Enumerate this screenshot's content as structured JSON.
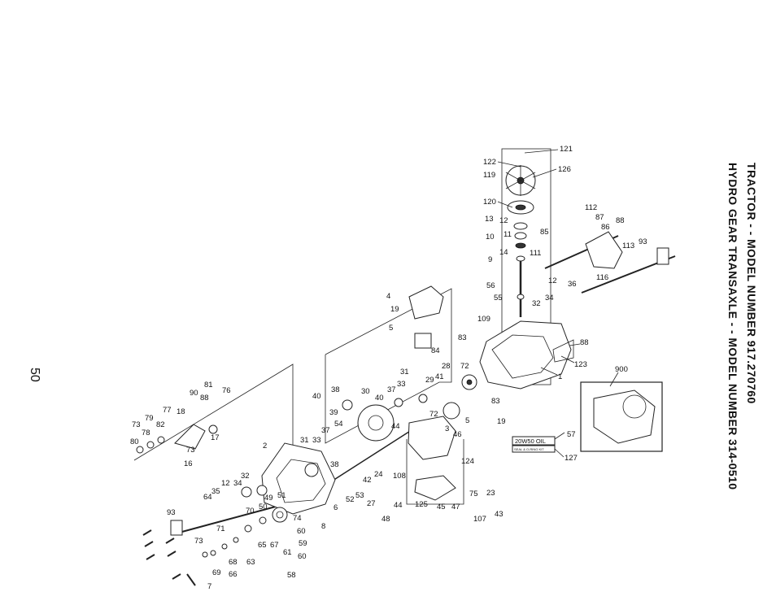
{
  "header": {
    "title_line_1": "TRACTOR - - MODEL NUMBER 917.270760",
    "title_line_2": "HYDRO GEAR TRANSAXLE - - MODEL NUMBER 314-0510",
    "page_number": "50"
  },
  "box_labels": {
    "oil": "20W50 OIL",
    "seal_kit": "SEAL & O-RING KIT"
  },
  "callouts": [
    "121",
    "122",
    "126",
    "119",
    "120",
    "13",
    "12",
    "11",
    "10",
    "14",
    "111",
    "9",
    "56",
    "55",
    "85",
    "112",
    "87",
    "88",
    "86",
    "113",
    "93",
    "116",
    "12",
    "36",
    "34",
    "32",
    "109",
    "4",
    "19",
    "5",
    "83",
    "84",
    "88",
    "123",
    "1",
    "28",
    "72",
    "31",
    "29",
    "41",
    "83",
    "900",
    "39",
    "38",
    "40",
    "30",
    "40",
    "37",
    "33",
    "72",
    "5",
    "19",
    "90",
    "88",
    "81",
    "76",
    "79",
    "77",
    "18",
    "73",
    "82",
    "78",
    "80",
    "17",
    "73",
    "16",
    "2",
    "31",
    "33",
    "37",
    "54",
    "38",
    "42",
    "44",
    "46",
    "3",
    "57",
    "127",
    "124",
    "108",
    "24",
    "20W50",
    "12",
    "34",
    "32",
    "35",
    "64",
    "51",
    "49",
    "50",
    "53",
    "52",
    "27",
    "44",
    "125",
    "45",
    "47",
    "75",
    "23",
    "107",
    "43",
    "48",
    "6",
    "74",
    "8",
    "70",
    "60",
    "59",
    "61",
    "60",
    "93",
    "71",
    "73",
    "65",
    "67",
    "63",
    "68",
    "69",
    "66",
    "58",
    "7"
  ]
}
